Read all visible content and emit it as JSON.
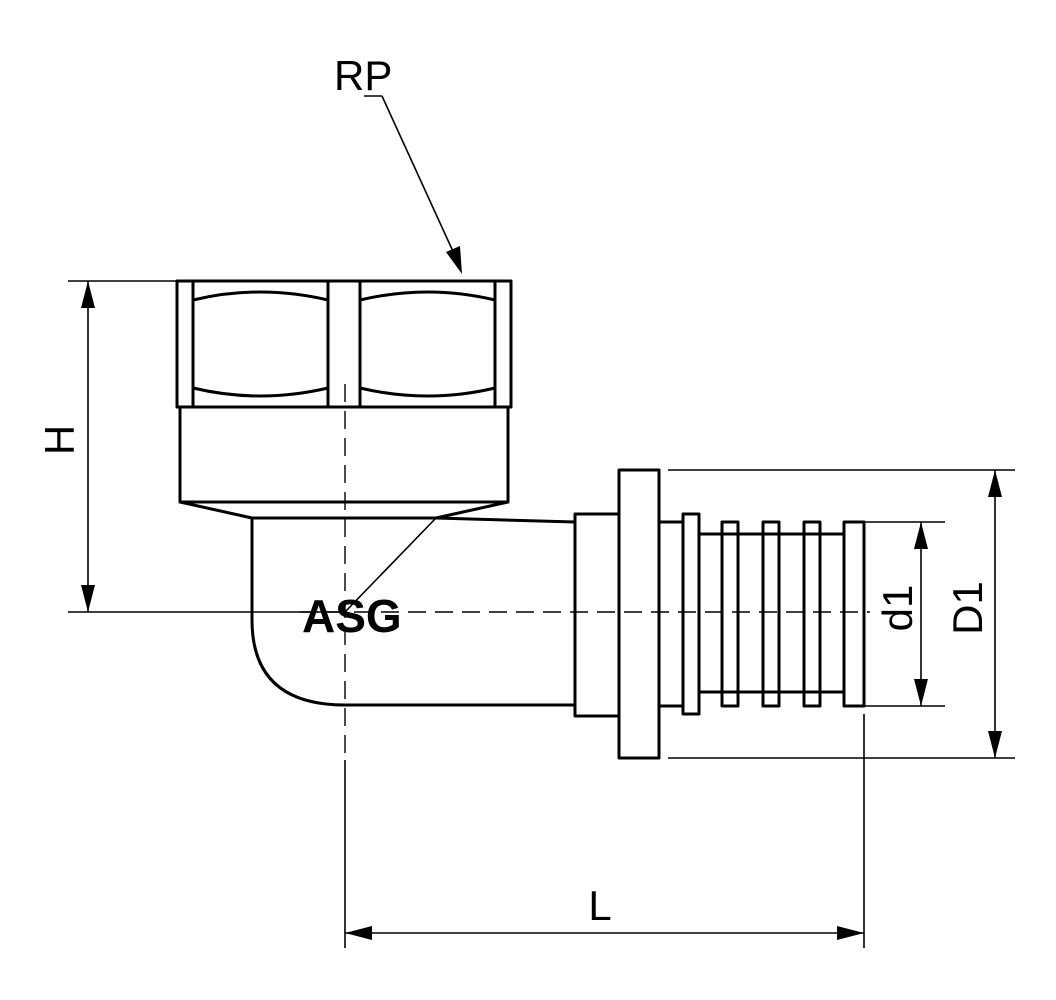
{
  "labels": {
    "thread": "RP",
    "height": "H",
    "inner_diameter": "d1",
    "outer_diameter": "D1",
    "length": "L"
  },
  "logo": {
    "text": "ASG"
  }
}
